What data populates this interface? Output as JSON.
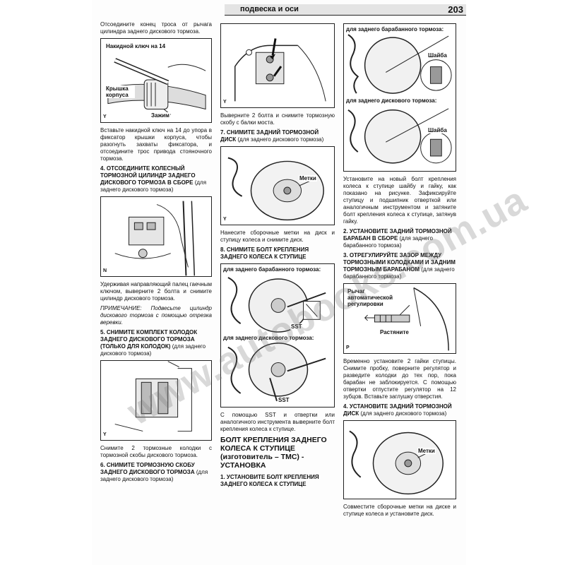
{
  "header": {
    "section": "подвеска и оси",
    "page_number": "203"
  },
  "col1": {
    "p1": "Отсоедините конец троса от рычага цилиндра заднего дискового тормоза.",
    "fig1": {
      "label_wrench": "Накидной ключ на 14",
      "label_cover": "Крышка корпуса",
      "label_clamp": "Зажим",
      "corner": "Y"
    },
    "p2": "Вставьте накидной ключ на 14 до упора в фиксатор крышки корпуса, чтобы разогнуть захваты фиксатора, и отсоедините трос привода стояночного тормоза.",
    "h4_title": "4. ОТСОЕДИНИТЕ КОЛЕСНЫЙ ТОРМОЗНОЙ ЦИЛИНДР ЗАДНЕГО ДИСКОВОГО ТОРМОЗА В СБОРЕ",
    "h4_note": "(для заднего дискового тормоза)",
    "fig2": {
      "corner": "N"
    },
    "p3": "Удерживая направляющий палец гаечным ключом, выверните 2 болта и снимите цилиндр дискового тормоза.",
    "note": "ПРИМЕЧАНИЕ: Подвесьте цилиндр дискового тормоза с помощью отрезка веревки.",
    "h5_title": "5. СНИМИТЕ КОМПЛЕКТ КОЛОДОК ЗАДНЕГО ДИСКОВОГО ТОРМОЗА (ТОЛЬКО ДЛЯ КОЛОДОК)",
    "h5_note": "(для заднего дискового тормоза)",
    "fig3": {
      "corner": "Y"
    },
    "p4": "Снимите 2 тормозные колодки с тормозной скобы дискового тормоза.",
    "h6_title": "6. СНИМИТЕ ТОРМОЗНУЮ СКОБУ ЗАДНЕГО ДИСКОВОГО ТОРМОЗА",
    "h6_note": "(для заднего дискового тормоза)"
  },
  "col2": {
    "fig1": {
      "corner": "Y"
    },
    "p1": "Выверните 2 болта и снимите тормозную скобу с балки моста.",
    "h7_title": "7. СНИМИТЕ ЗАДНИЙ ТОРМОЗНОЙ ДИСК",
    "h7_note": "(для заднего дискового тормоза)",
    "fig2": {
      "label_marks": "Метки",
      "corner": "Y"
    },
    "p2": "Нанесите сборочные метки на диск и ступицу колеса и снимите диск.",
    "h8_title": "8. СНИМИТЕ БОЛТ КРЕПЛЕНИЯ ЗАДНЕГО КОЛЕСА К СТУПИЦЕ",
    "cap_drum": "для заднего барабанного тормоза:",
    "cap_disc": "для заднего дискового тормоза:",
    "sst1": "SST",
    "sst2": "SST",
    "p3": "С помощью SST и отвертки или аналогичного инструмента выверните болт крепления колеса к ступице.",
    "big_title": "БОЛТ КРЕПЛЕНИЯ ЗАДНЕГО КОЛЕСА К СТУПИЦЕ (изготовитель – ТМС) - УСТАНОВКА",
    "h1_title": "1. УСТАНОВИТЕ БОЛТ КРЕПЛЕНИЯ ЗАДНЕГО КОЛЕСА К СТУПИЦЕ"
  },
  "col3": {
    "cap_drum": "для заднего барабанного тормоза:",
    "washer1": "Шайба",
    "cap_disc": "для заднего дискового тормоза:",
    "washer2": "Шайба",
    "p1": "Установите на новый болт крепления колеса к ступице шайбу и гайку, как показано на рисунке. Зафиксируйте ступицу и подшипник отверткой или аналогичным инструментом и затяните болт крепления колеса к ступице, затянув гайку.",
    "h2_title": "2. УСТАНОВИТЕ ЗАДНИЙ ТОРМОЗНОЙ БАРАБАН В СБОРЕ",
    "h2_note": "(для заднего барабанного тормоза)",
    "h3_title": "3. ОТРЕГУЛИРУЙТЕ ЗАЗОР МЕЖДУ ТОРМОЗНЫМИ КОЛОДКАМИ И ЗАДНИМ ТОРМОЗНЫМ БАРАБАНОМ",
    "h3_note": "(для заднего барабанного тормоза)",
    "fig2": {
      "label_lever": "Рычаг автоматической регулировки",
      "label_stretch": "Растяните",
      "corner": "P"
    },
    "p2": "Временно установите 2 гайки ступицы. Снимите пробку, поверните регулятор и разведите колодки до тех пор, пока барабан не заблокируется. С помощью отвертки отпустите регулятор на 12 зубцов. Вставьте заглушку отверстия.",
    "h4_title": "4. УСТАНОВИТЕ ЗАДНИЙ ТОРМОЗНОЙ ДИСК",
    "h4_note": "(для заднего дискового тормоза)",
    "fig3": {
      "label_marks": "Метки"
    },
    "p3": "Совместите сборочные метки на диске и ступице колеса и установите диск."
  },
  "watermark": "www.autobooks.com.ua"
}
